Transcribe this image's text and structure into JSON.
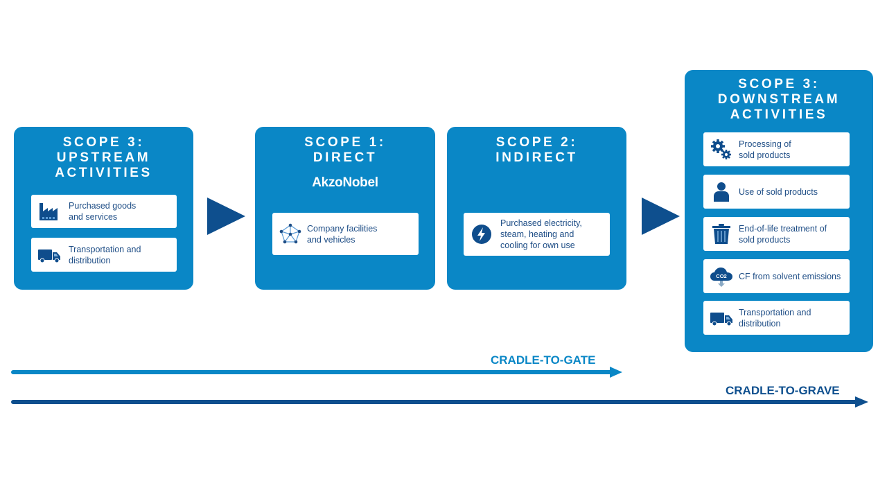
{
  "colors": {
    "box": "#0a87c6",
    "card": "#ffffff",
    "text": "#1f4e86",
    "icon": "#0f4d8c",
    "chevron": "#0e4f8e",
    "gate": "#0a87c6",
    "grave": "#0e4f8e"
  },
  "upstream": {
    "title": "SCOPE 3:\nUPSTREAM\nACTIVITIES",
    "items": [
      {
        "icon": "factory-icon",
        "label": "Purchased goods\nand services"
      },
      {
        "icon": "truck-icon",
        "label": "Transportation and\ndistribution"
      }
    ]
  },
  "scope1": {
    "title": "SCOPE 1:\nDIRECT",
    "logo": "AkzoNobel",
    "items": [
      {
        "icon": "network-icon",
        "label": "Company facilities\nand vehicles"
      }
    ]
  },
  "scope2": {
    "title": "SCOPE 2:\nINDIRECT",
    "items": [
      {
        "icon": "lightning-icon",
        "label": "Purchased electricity,\nsteam, heating and\ncooling for own use"
      }
    ]
  },
  "downstream": {
    "title": "SCOPE 3:\nDOWNSTREAM\nACTIVITIES",
    "items": [
      {
        "icon": "gears-icon",
        "label": "Processing of\nsold products"
      },
      {
        "icon": "person-icon",
        "label": "Use of sold products"
      },
      {
        "icon": "trash-icon",
        "label": "End-of-life treatment of\nsold products"
      },
      {
        "icon": "co2-cloud-icon",
        "label": "CF from solvent emissions",
        "icon_text": "CO2"
      },
      {
        "icon": "truck-icon",
        "label": "Transportation and\ndistribution"
      }
    ]
  },
  "flows": {
    "gate_label": "CRADLE-TO-GATE",
    "grave_label": "CRADLE-TO-GRAVE"
  }
}
